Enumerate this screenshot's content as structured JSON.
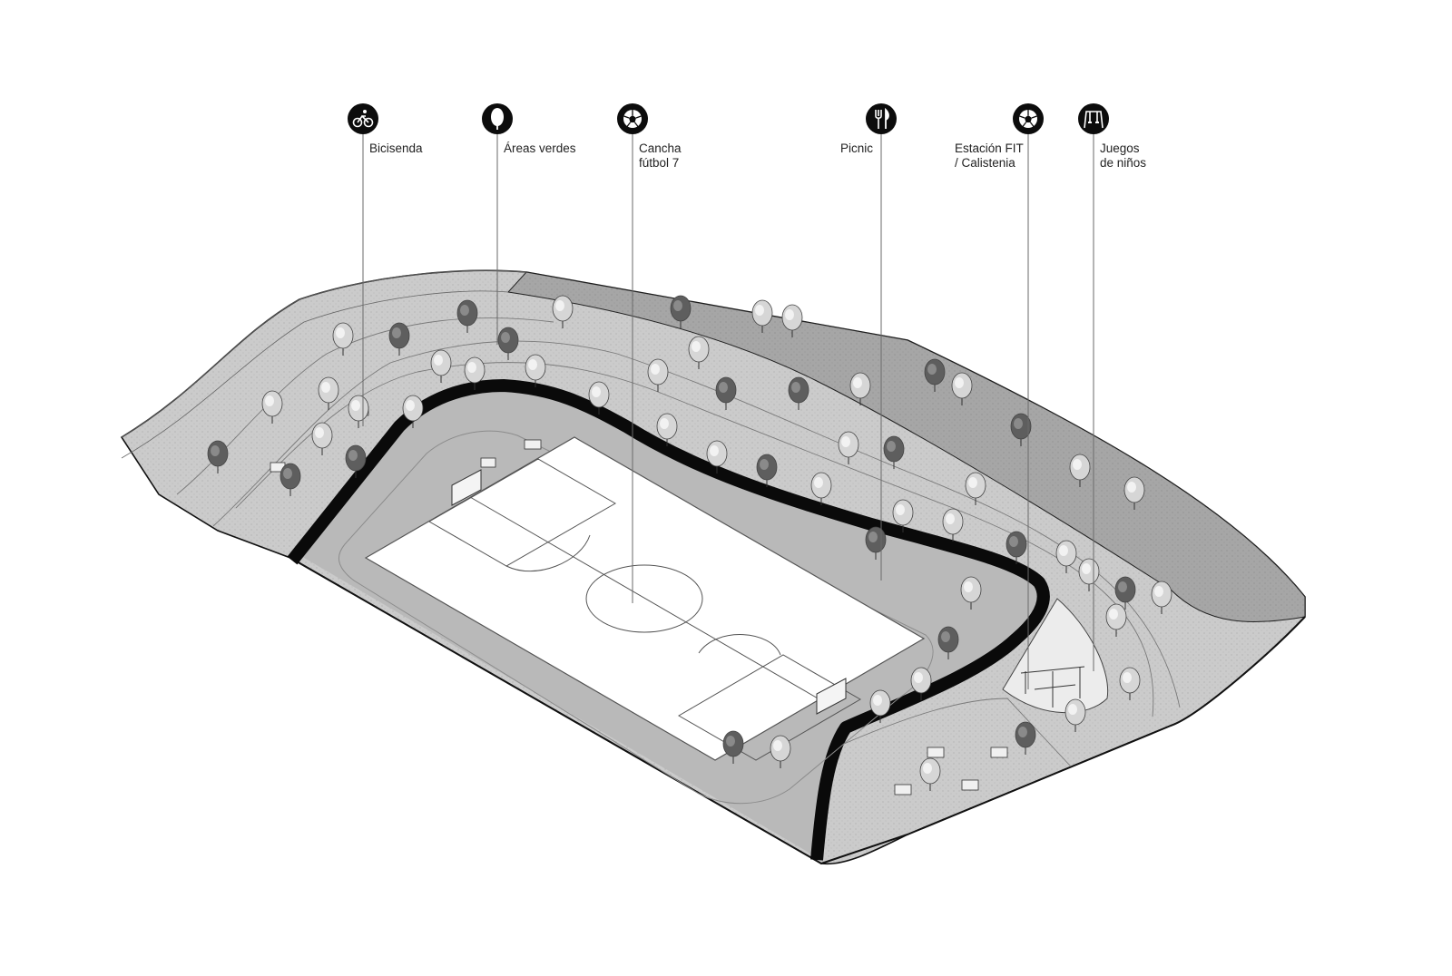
{
  "diagram": {
    "background_color": "#ffffff",
    "ground_color": "#c9c9c9",
    "field_color": "#ffffff",
    "path_color": "#0a0a0a",
    "wall_color": "#8f8f8f",
    "callouts": [
      {
        "id": "bicisenda",
        "icon": "bicycle-icon",
        "lines": [
          "Bicisenda"
        ]
      },
      {
        "id": "areas-verdes",
        "icon": "tree-icon",
        "lines": [
          "Áreas verdes"
        ]
      },
      {
        "id": "cancha",
        "icon": "soccer-ball-icon",
        "lines": [
          "Cancha",
          "fútbol 7"
        ]
      },
      {
        "id": "picnic",
        "icon": "fork-knife-icon",
        "lines": [
          "Picnic"
        ]
      },
      {
        "id": "estacion-fit",
        "icon": "soccer-ball-icon",
        "lines": [
          "Estación FIT",
          "/ Calistenia"
        ]
      },
      {
        "id": "juegos",
        "icon": "swing-icon",
        "lines": [
          "Juegos",
          "de niños"
        ]
      }
    ]
  }
}
